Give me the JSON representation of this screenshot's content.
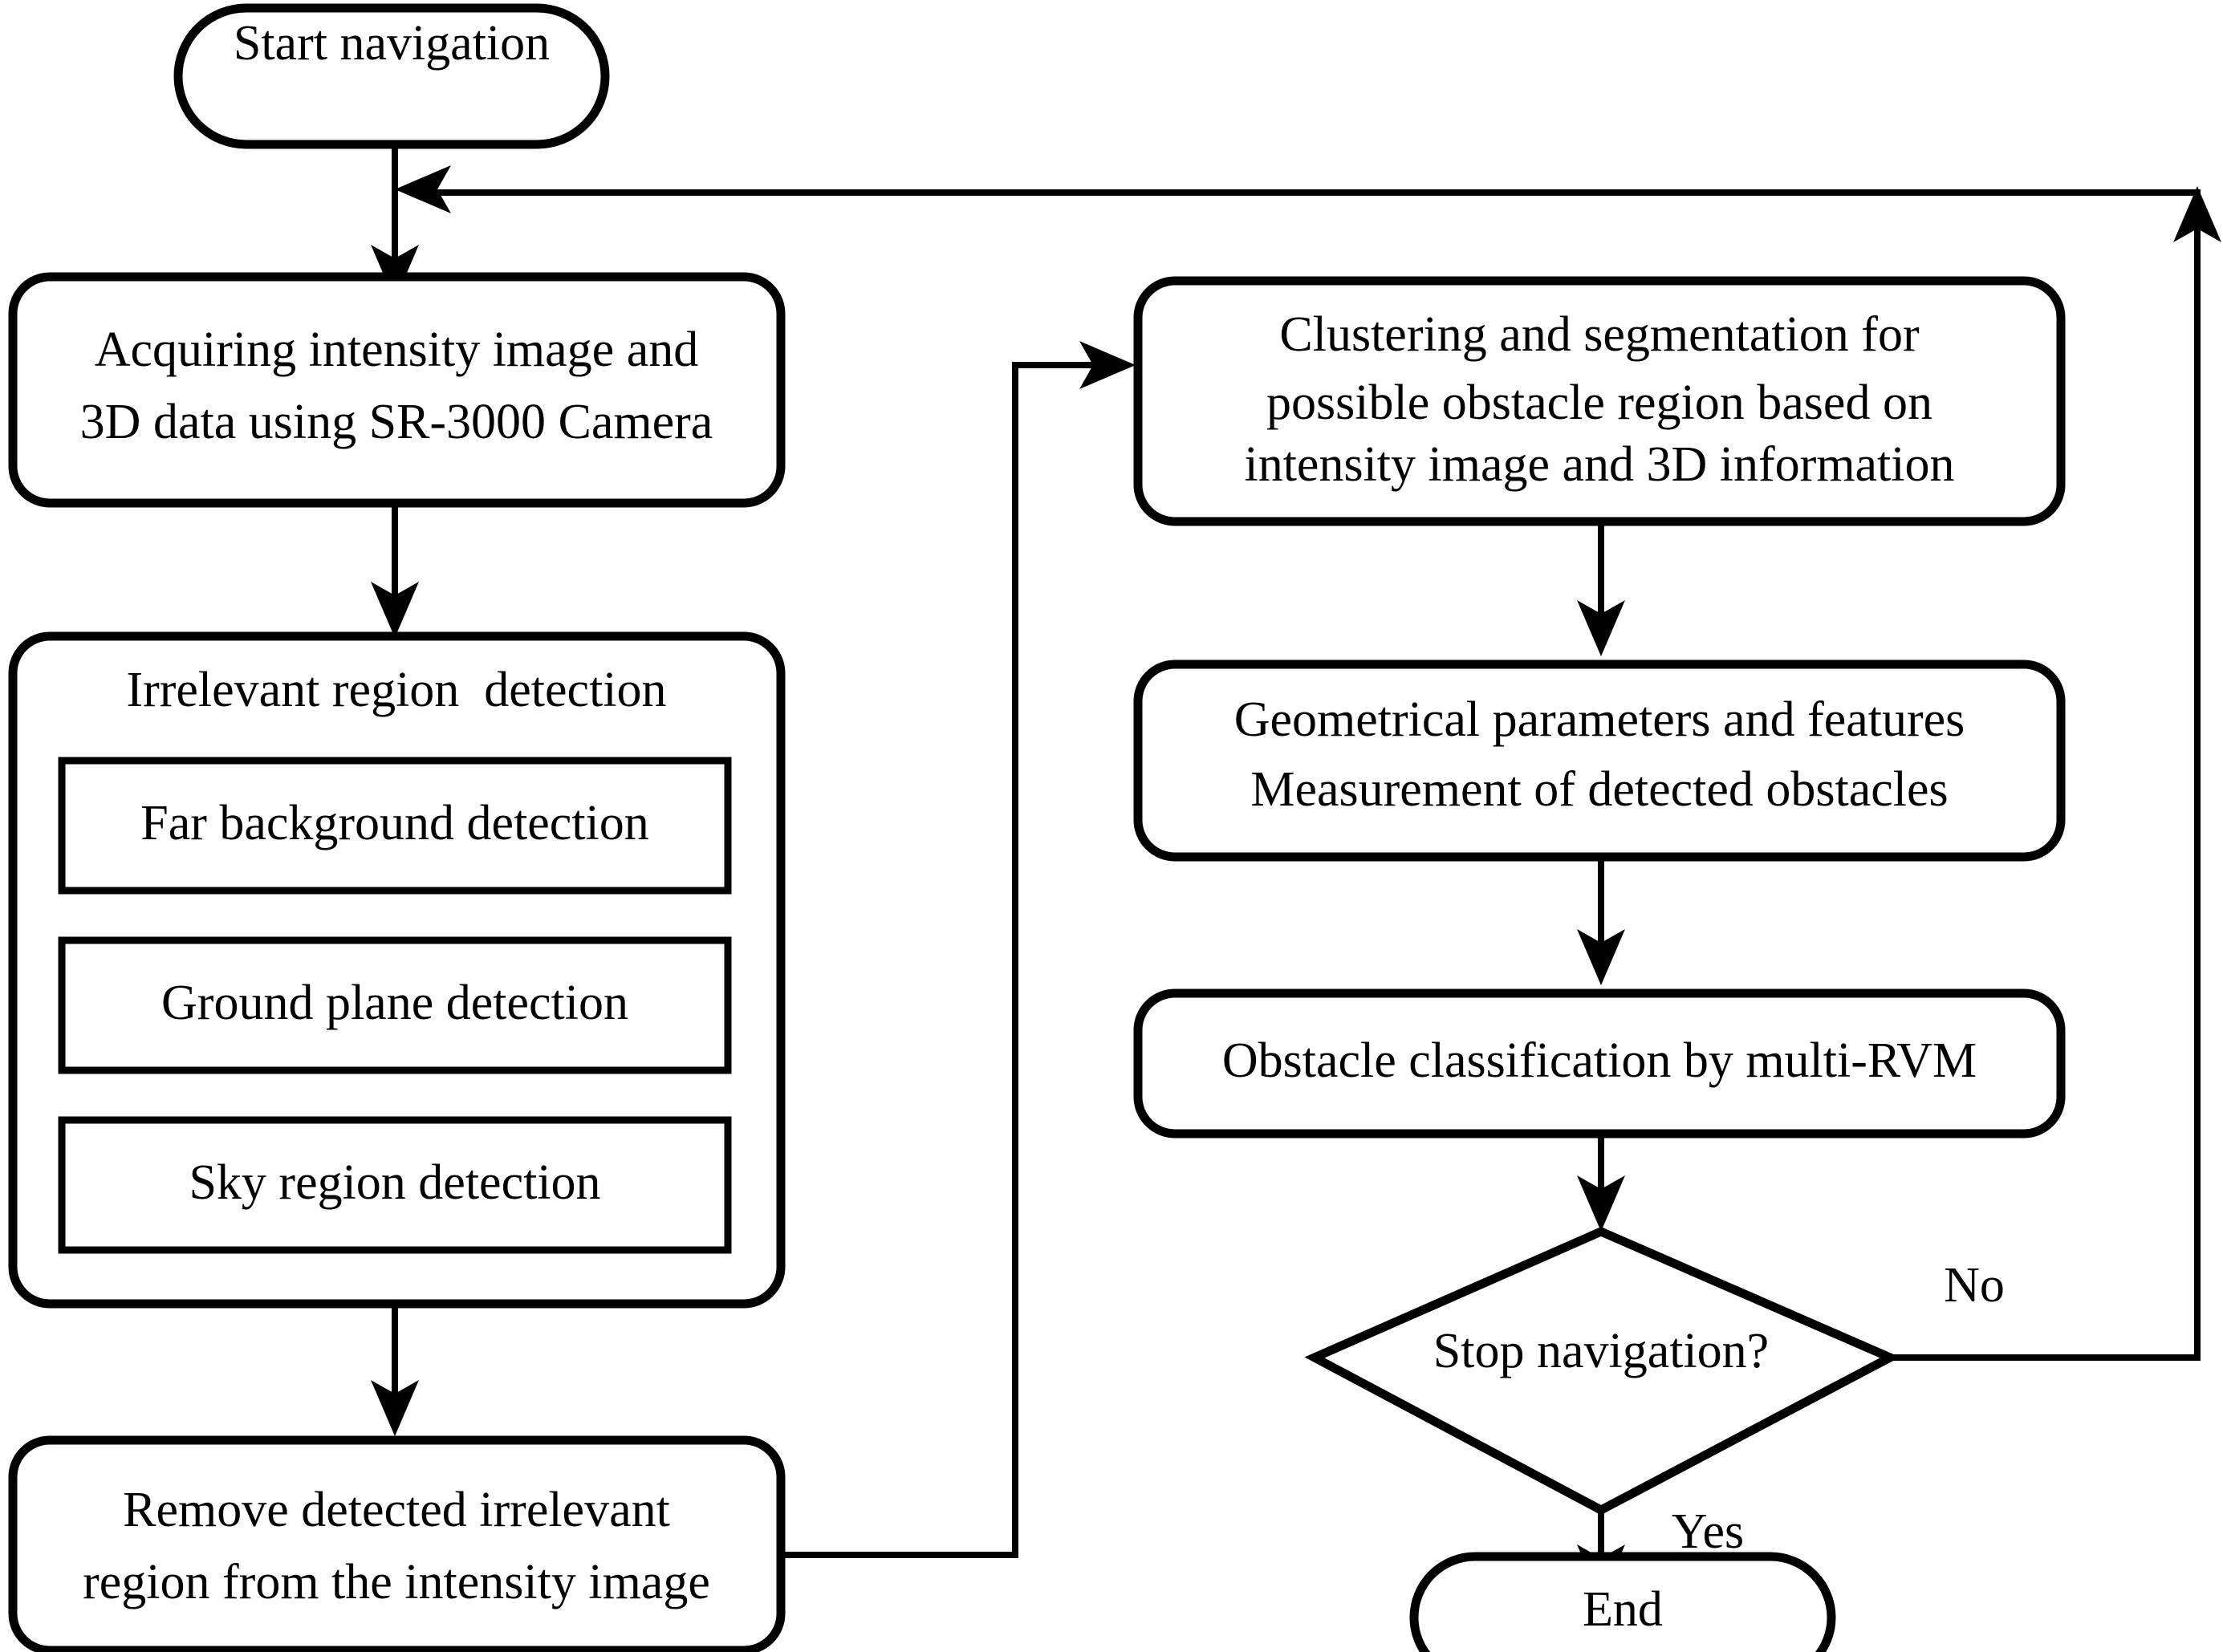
{
  "diagram": {
    "type": "flowchart",
    "title_text": "",
    "background_color": "#ffffff",
    "line_color": "#000000",
    "text_color": "#000000",
    "nodes": {
      "start": {
        "label": "Start navigation",
        "shape": "rounded-terminator"
      },
      "acquire": {
        "line1": "Acquiring intensity image and",
        "line2": "3D data using SR-3000 Camera",
        "shape": "rounded-rect"
      },
      "irrelevant_group": {
        "label": "Irrelevant region  detection",
        "shape": "rounded-rect"
      },
      "far_background": {
        "label": "Far background detection",
        "shape": "rect"
      },
      "ground_plane": {
        "label": "Ground plane detection",
        "shape": "rect"
      },
      "sky_region": {
        "label": "Sky region detection",
        "shape": "rect"
      },
      "remove_region": {
        "line1": "Remove detected irrelevant",
        "line2": "region from the intensity image",
        "shape": "rounded-rect"
      },
      "clustering": {
        "line1": "Clustering and segmentation for",
        "line2": "possible obstacle region based on",
        "line3": "intensity image and 3D information",
        "shape": "rounded-rect"
      },
      "geometry": {
        "line1": "Geometrical parameters and features",
        "line2": "Measurement of detected obstacles",
        "shape": "rounded-rect"
      },
      "classification": {
        "label": "Obstacle classification by multi-RVM",
        "shape": "rounded-rect"
      },
      "decision": {
        "label": "Stop navigation?",
        "shape": "diamond"
      },
      "end": {
        "label": "End",
        "shape": "rounded-terminator"
      }
    },
    "edge_labels": {
      "no": "No",
      "yes": "Yes"
    }
  }
}
